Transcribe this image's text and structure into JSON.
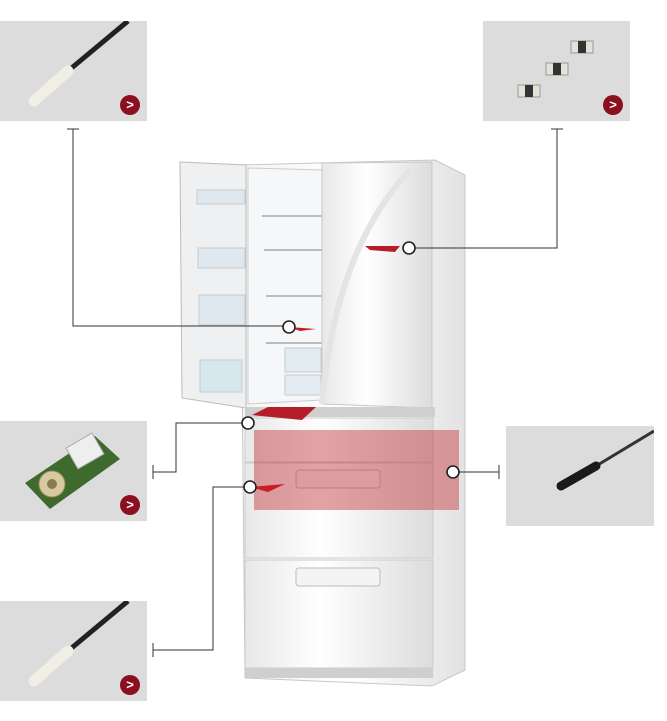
{
  "colors": {
    "accent": "#8a1020",
    "card_bg": "#dcdcdd",
    "highlight": "#c0303a",
    "line": "#333333"
  },
  "cards": [
    {
      "name": "probe-sensor-fridge",
      "icon": "chevron-right-icon",
      "arrow": ">"
    },
    {
      "name": "chip-thermistors",
      "icon": "chevron-right-icon",
      "arrow": ">"
    },
    {
      "name": "board-sensor",
      "icon": "chevron-right-icon",
      "arrow": ">"
    },
    {
      "name": "probe-sensor-black",
      "icon": "chevron-right-icon",
      "arrow": ">"
    },
    {
      "name": "probe-sensor-drawer",
      "icon": "chevron-right-icon",
      "arrow": ">"
    }
  ]
}
